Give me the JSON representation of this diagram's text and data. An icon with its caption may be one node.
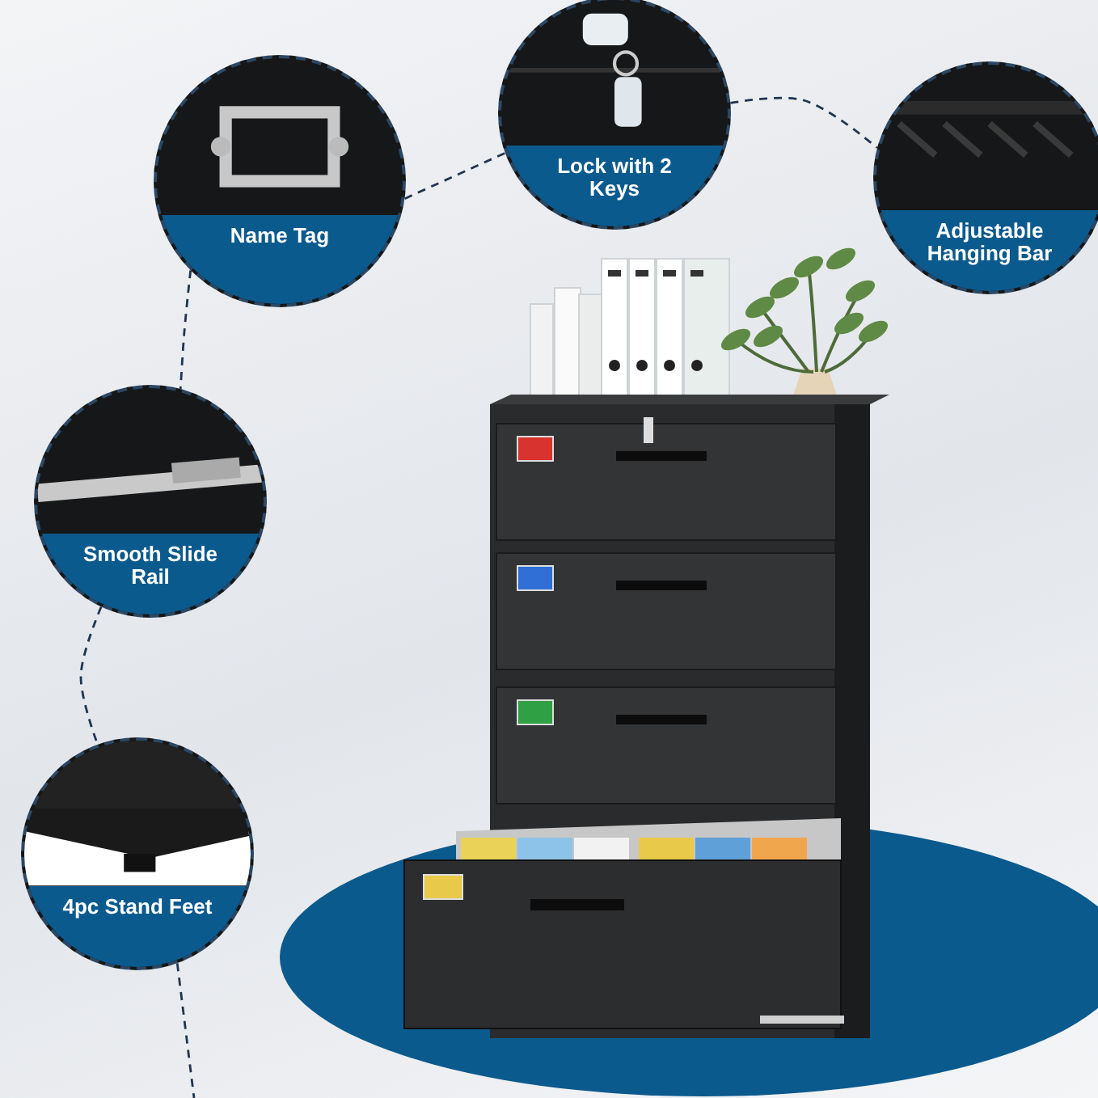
{
  "diagram": {
    "nodes": [
      {
        "text": [
          "Name Tag"
        ]
      },
      {
        "text": [
          "Lock with 2 Keys"
        ]
      },
      {
        "text": [
          "Adjustable Hanging Bar"
        ]
      },
      {
        "text": [
          "Smooth Slide Rail"
        ]
      },
      {
        "text": [
          "4pc Stand Feet"
        ]
      }
    ],
    "edges": [
      {
        "from": 0,
        "to": 1,
        "arrow": "none",
        "style": "dashed"
      },
      {
        "from": 1,
        "to": 2,
        "arrow": "none",
        "style": "dashed"
      },
      {
        "from": 0,
        "to": 3,
        "arrow": "none",
        "style": "dashed"
      },
      {
        "from": 3,
        "to": 4,
        "arrow": "none",
        "style": "dashed"
      },
      {
        "from": 4,
        "to": null,
        "arrow": "none",
        "style": "dashed"
      }
    ]
  }
}
